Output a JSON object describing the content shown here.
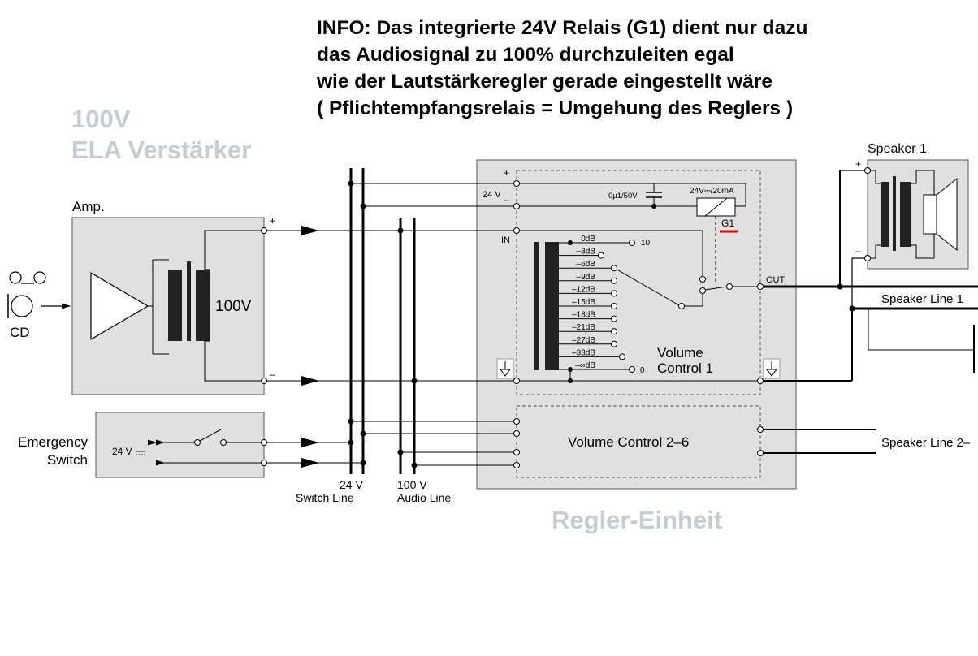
{
  "info": {
    "line1": "INFO: Das integrierte 24V Relais (G1) dient nur dazu",
    "line2": "das Audiosignal zu 100% durchzuleiten egal",
    "line3": "wie der Lautstärkeregler gerade eingestellt wäre",
    "line4": "( Pflichtempfangsrelais = Umgehung des Reglers )"
  },
  "amp_heading": {
    "line1": "100V",
    "line2": "ELA Verstärker"
  },
  "regler_heading": "Regler-Einheit",
  "labels": {
    "amp": "Amp.",
    "cd": "CD",
    "amp_voltage": "100V",
    "plus": "+",
    "minus": "–",
    "emergency1": "Emergency",
    "emergency2": "Switch",
    "switch_voltage": "24 V",
    "bus24_v": "24 V",
    "bus24_name": "Switch Line",
    "bus100_v": "100 V",
    "bus100_name": "Audio Line",
    "unit_24v": "24 V",
    "in": "IN",
    "out": "OUT",
    "capacitor": "0µ1/50V",
    "relay": "24V⎓/20mA",
    "relay_id": "G1",
    "vc1_a": "Volume",
    "vc1_b": "Control 1",
    "vc26": "Volume Control 2–6",
    "speaker1": "Speaker 1",
    "speaker_line1": "Speaker Line 1",
    "speaker_line2": "Speaker Line 2–",
    "tap_10": "10",
    "tap_0": "0"
  },
  "taps": [
    "0dB",
    "–3dB",
    "–6dB",
    "–9dB",
    "–12dB",
    "–15dB",
    "–18dB",
    "–21dB",
    "–27dB",
    "–33dB",
    "–∞dB"
  ],
  "colors": {
    "panel": "#e0e0e0",
    "heading_gray": "#c5ccd3",
    "relay_mark": "#e30000"
  }
}
